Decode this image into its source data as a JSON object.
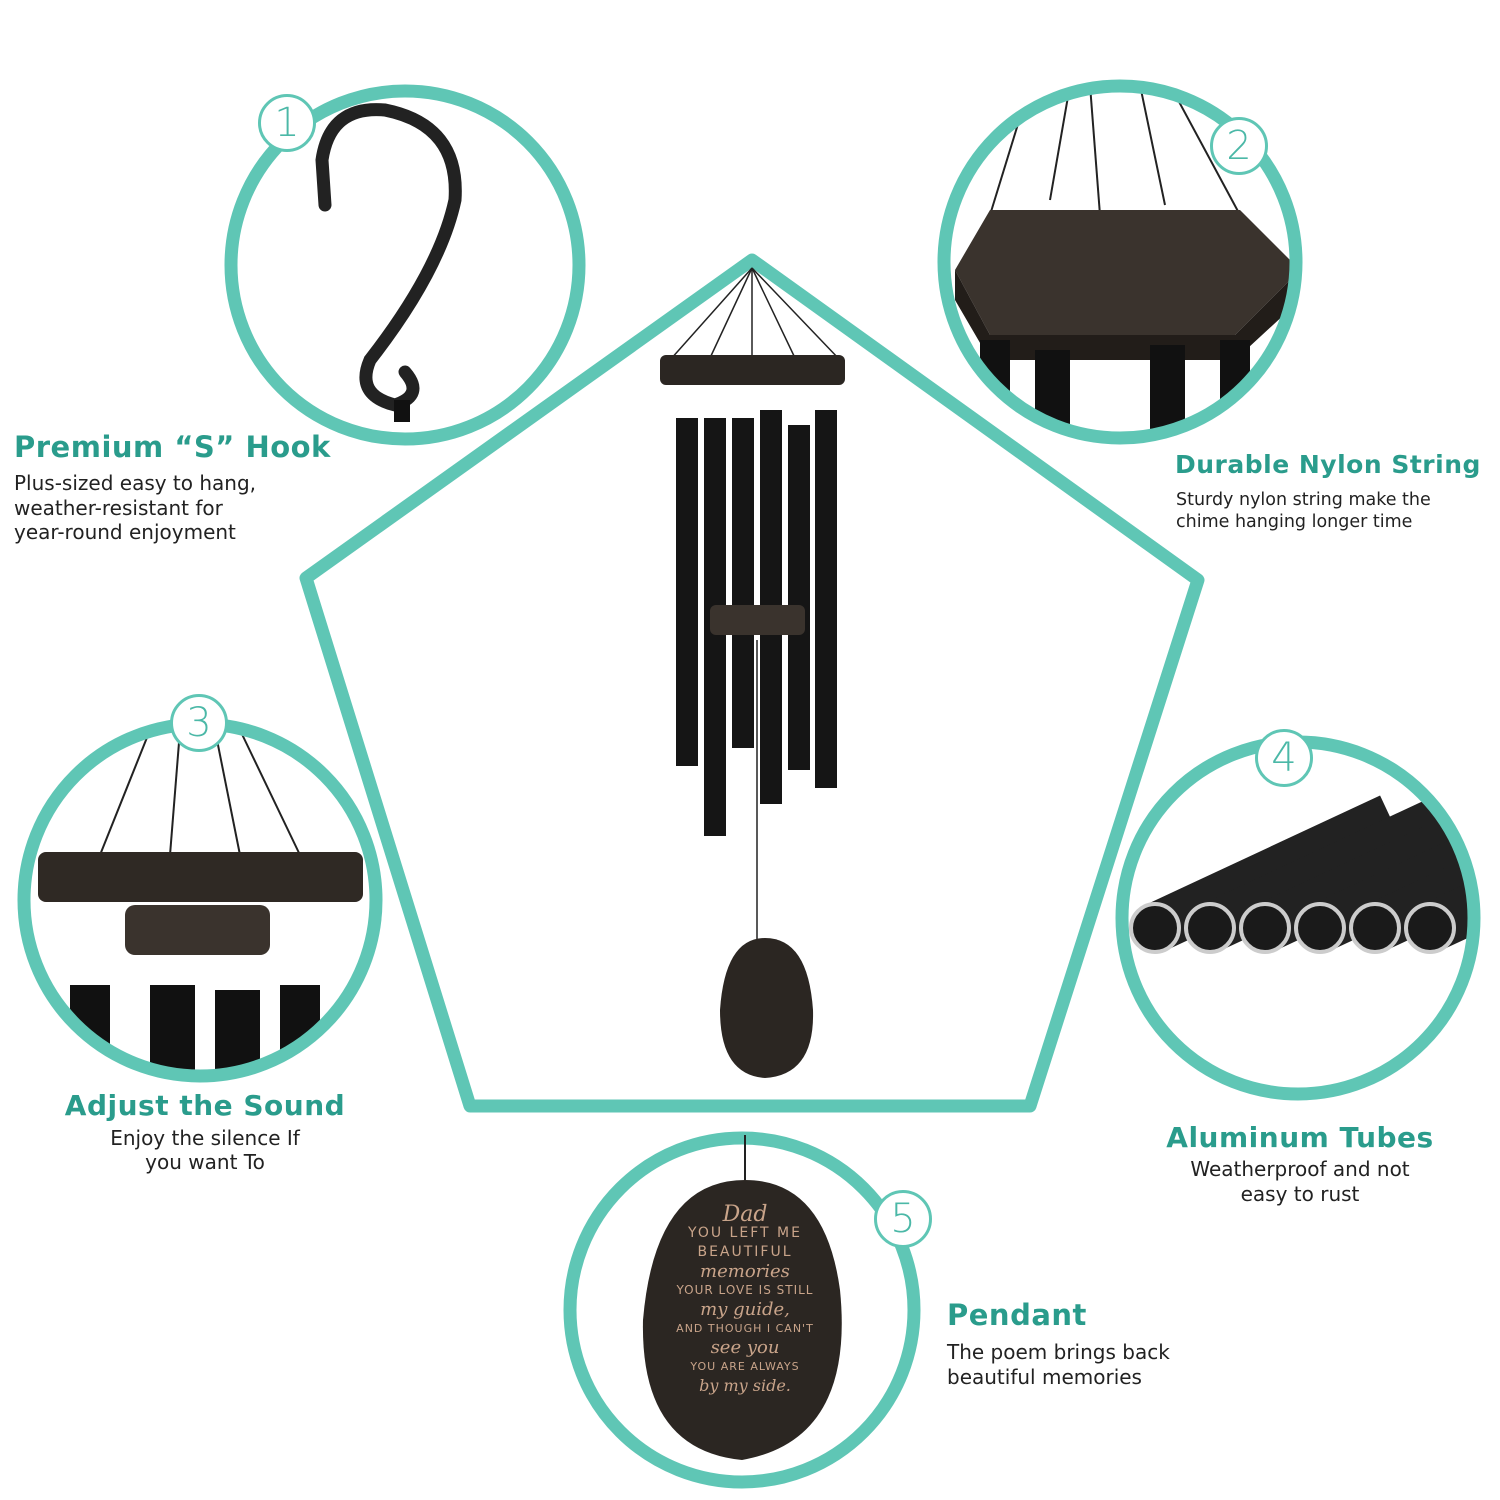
{
  "colors": {
    "ring": "#5fc6b5",
    "title": "#2a9c8c",
    "text": "#222222",
    "wood": "#2b2622",
    "tube": "#151515",
    "engraving": "#c9a48a"
  },
  "features": [
    {
      "number": "1",
      "title": "Premium “S” Hook",
      "description": "Plus-sized easy to hang,\nweather-resistant for\nyear-round enjoyment"
    },
    {
      "number": "2",
      "title": "Durable Nylon String",
      "description": "Sturdy nylon string make the\nchime hanging longer time"
    },
    {
      "number": "3",
      "title": "Adjust the Sound",
      "description": "Enjoy the silence If\nyou want To"
    },
    {
      "number": "4",
      "title": "Aluminum Tubes",
      "description": "Weatherproof and not\neasy to rust"
    },
    {
      "number": "5",
      "title": "Pendant",
      "description": "The poem brings back\nbeautiful memories"
    }
  ],
  "pendant_poem": [
    "Dad",
    "YOU LEFT ME",
    "BEAUTIFUL",
    "memories",
    "YOUR LOVE IS STILL",
    "my guide,",
    "AND THOUGH I CAN'T",
    "see you",
    "YOU ARE ALWAYS",
    "by my side."
  ]
}
